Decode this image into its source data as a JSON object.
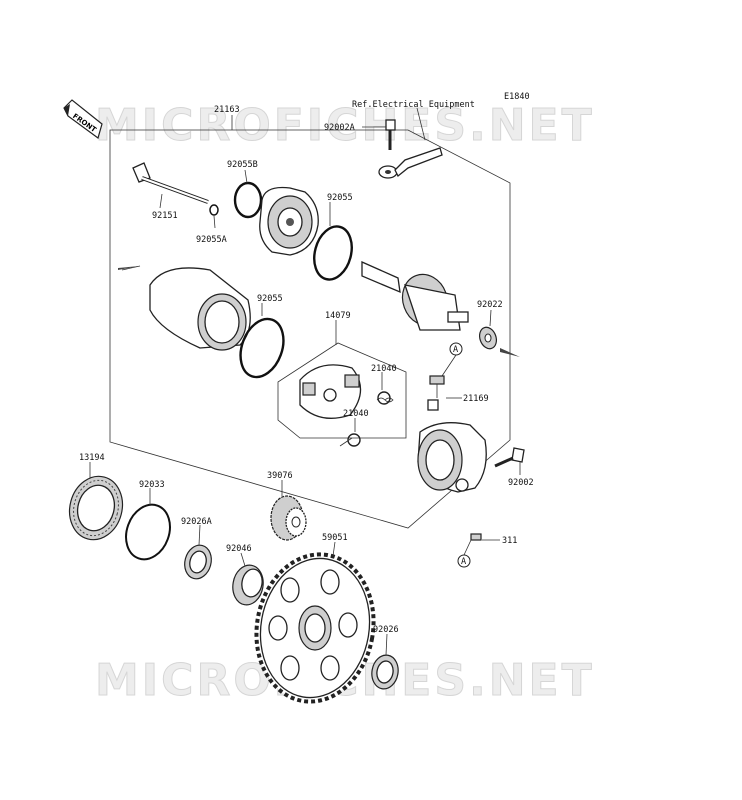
{
  "diagram": {
    "ref_code": "E1840",
    "reference_note": "Ref.Electrical Equipment",
    "front_label": "FRONT",
    "watermark": "MICROFICHES.NET",
    "callouts": {
      "c21163": "21163",
      "c92055B": "92055B",
      "c92151": "92151",
      "c92055A": "92055A",
      "c92055_top": "92055",
      "c92002A": "92002A",
      "c92055_mid": "92055",
      "c14079": "14079",
      "c92022": "92022",
      "c21040_top": "21040",
      "c21040_bot": "21040",
      "c21169": "21169",
      "c92002": "92002",
      "c13194": "13194",
      "c92033": "92033",
      "c39076": "39076",
      "c92026A": "92026A",
      "c92046": "92046",
      "c59051": "59051",
      "c311": "311",
      "c92026": "92026",
      "markerA1": "A",
      "markerA2": "A"
    }
  }
}
